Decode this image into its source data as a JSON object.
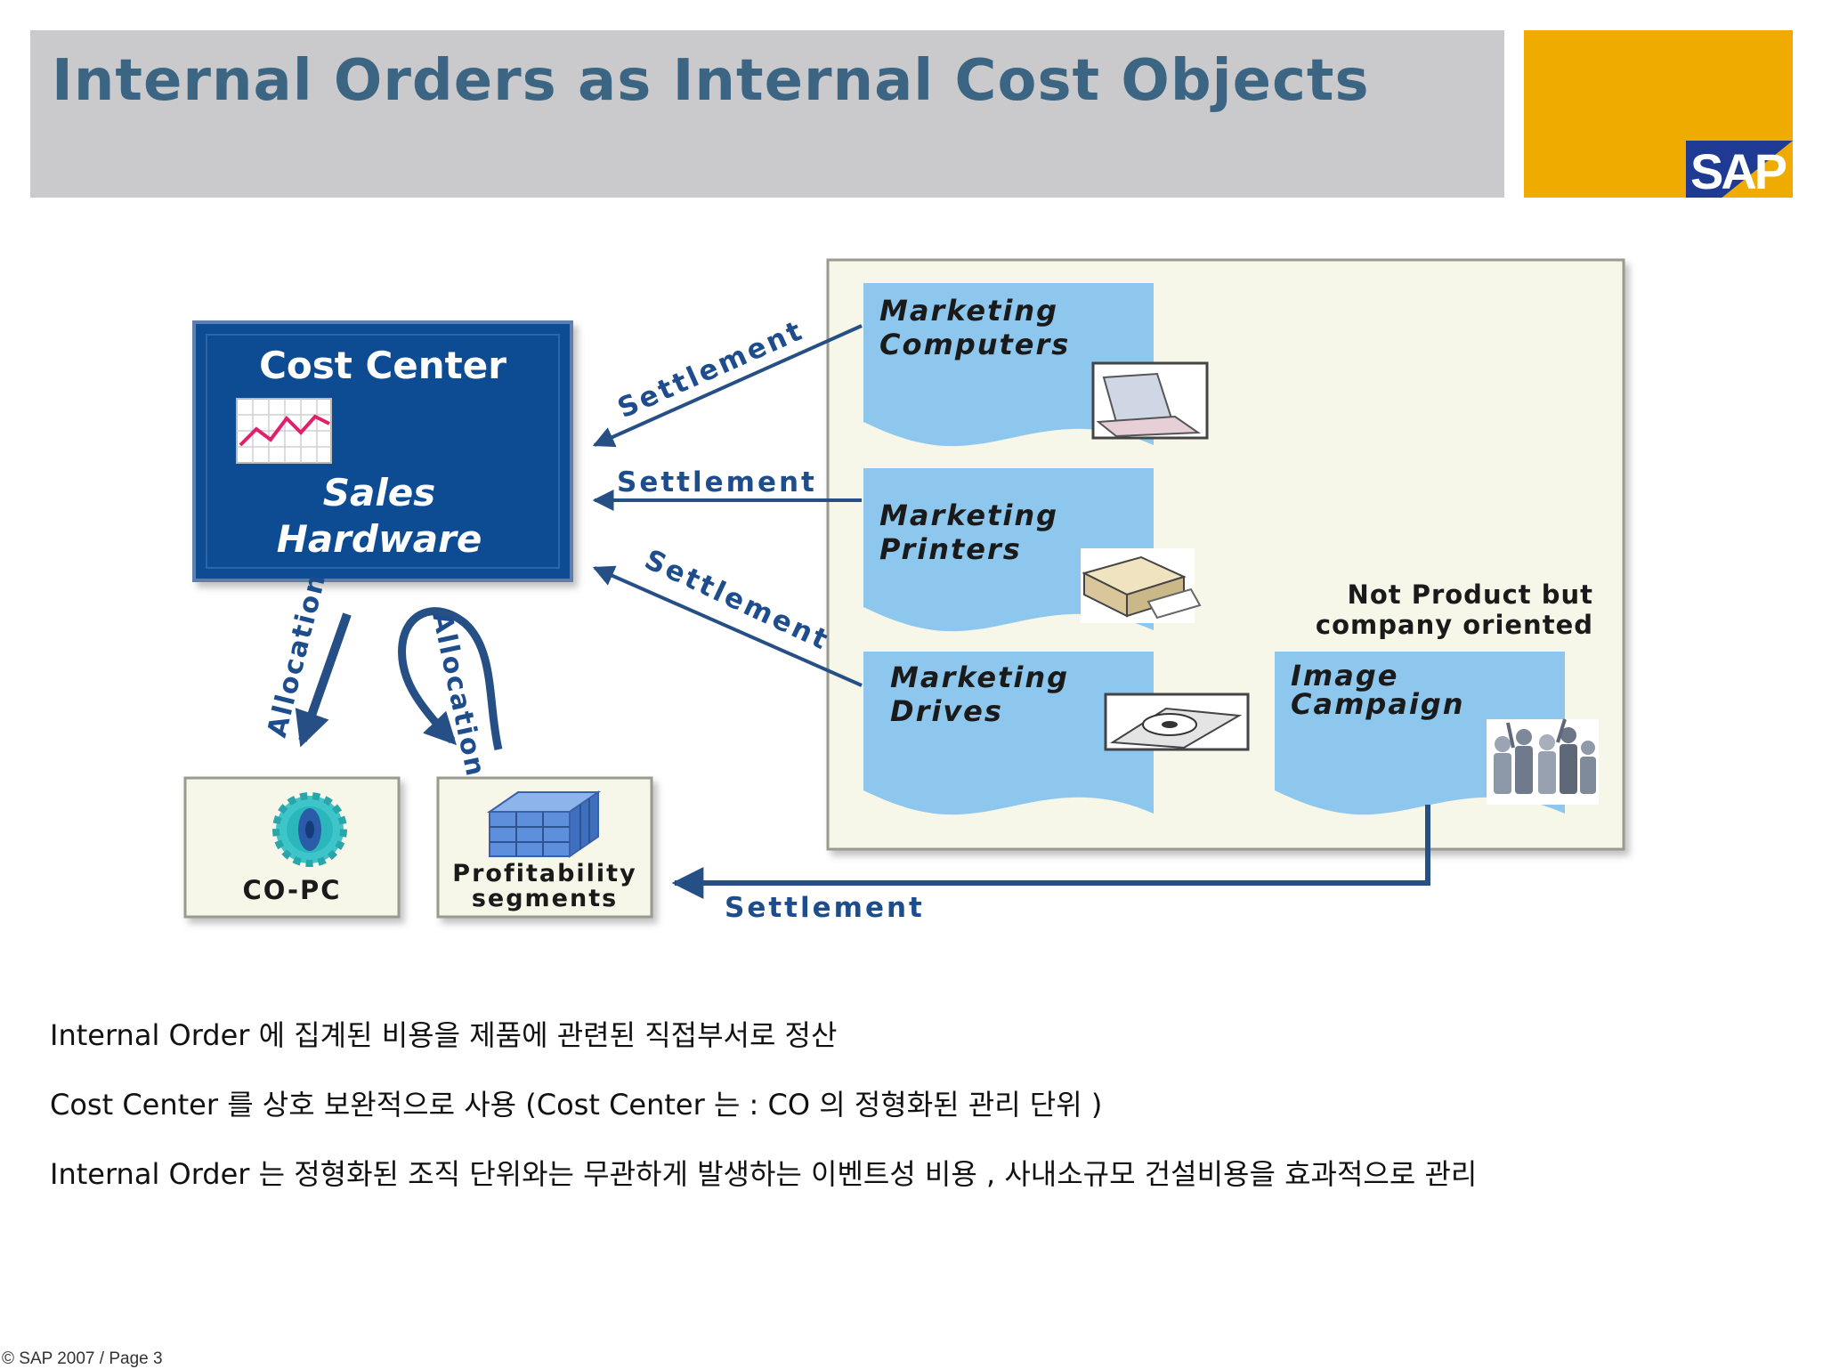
{
  "slide": {
    "title": "Internal Orders as Internal Cost Objects",
    "logo_text": "SAP",
    "footer": "© SAP 2007 / Page 3"
  },
  "colors": {
    "title_bar": "#cacacc",
    "title_text": "#3b6582",
    "logo_box": "#efab00",
    "logo_brand": "#1f3a93",
    "cost_center_fill": "#0e4b92",
    "order_fill": "#8ec7ee",
    "panel_fill": "#f6f6e9",
    "arrow": "#264f86",
    "label_text": "#1e4d8e"
  },
  "diagram": {
    "cost_center": {
      "title": "Cost Center",
      "subtitle_line1": "Sales",
      "subtitle_line2": "Hardware",
      "icon": "line-chart-icon"
    },
    "orders": [
      {
        "line1": "Marketing",
        "line2": "Computers",
        "icon": "laptop-icon"
      },
      {
        "line1": "Marketing",
        "line2": "Printers",
        "icon": "printer-icon"
      },
      {
        "line1": "Marketing",
        "line2": "Drives",
        "icon": "disc-drive-icon"
      },
      {
        "line1": "Image",
        "line2": "Campaign",
        "icon": "crowd-icon"
      }
    ],
    "note_line1": "Not Product but",
    "note_line2": "company oriented",
    "settlement_label": "Settlement",
    "allocation_label": "Allocation",
    "receivers": [
      {
        "line1": "CO-PC",
        "icon": "gear-icon"
      },
      {
        "line1": "Profitability",
        "line2": "segments",
        "icon": "cube-icon"
      }
    ]
  },
  "bullets": [
    "Internal Order  에 집계된 비용을 제품에 관련된  직접부서로  정산",
    "Cost Center 를 상호 보완적으로  사용  (Cost Center 는 : CO 의 정형화된 관리 단위 )",
    "Internal Order 는 정형화된 조직 단위와는 무관하게 발생하는 이벤트성 비용 ,  사내소규모 건설비용을 효과적으로  관리"
  ]
}
